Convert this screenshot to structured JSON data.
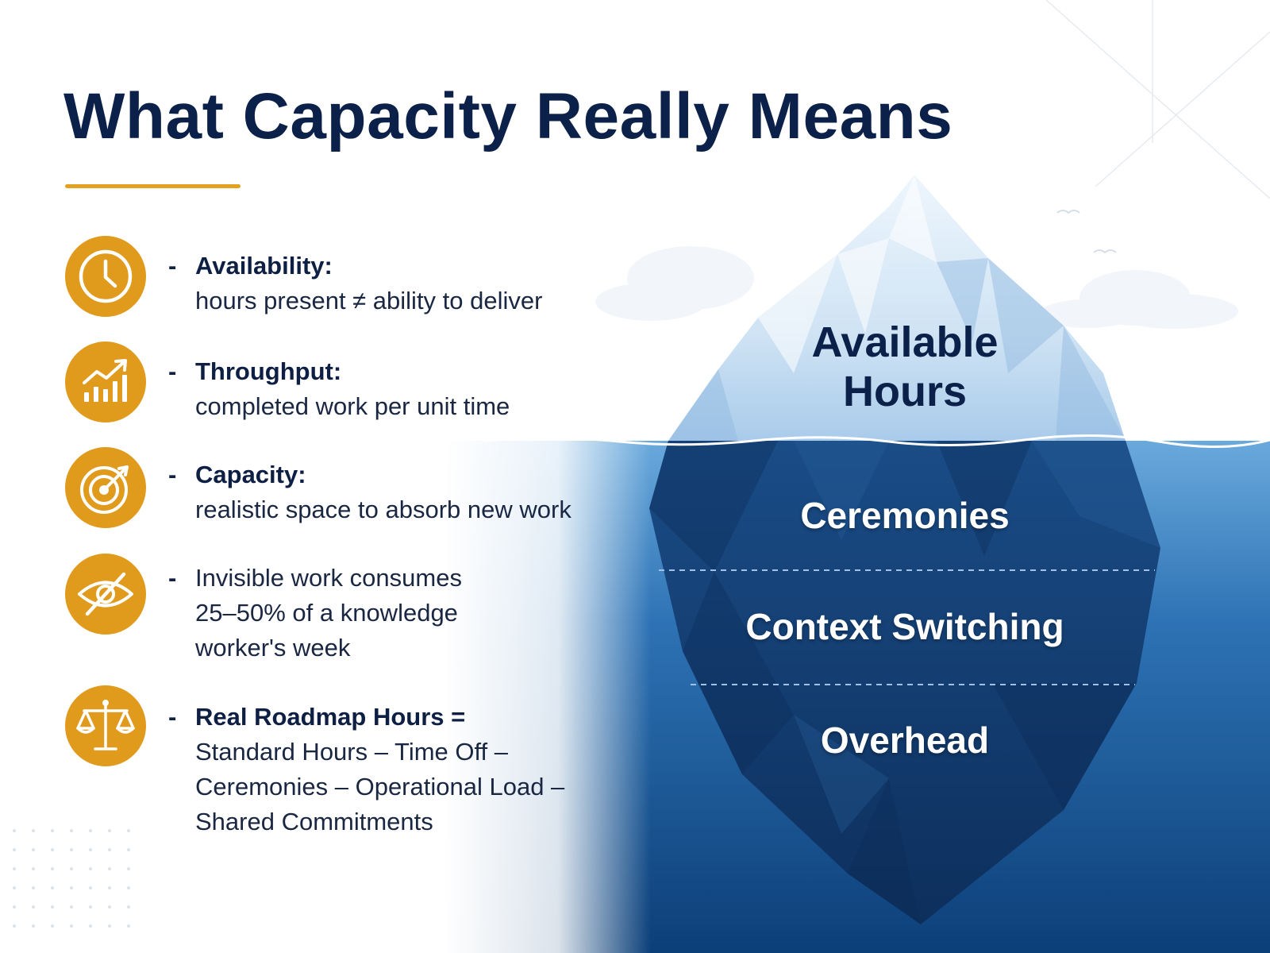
{
  "title": "What Capacity Really Means",
  "colors": {
    "title": "#0b2149",
    "accent": "#e3a11f",
    "icon_bg": "#e09a1c",
    "water_top": "#6aa9dc",
    "water_deep": "#0c3f78",
    "iceberg_under": "#123f75"
  },
  "items": [
    {
      "icon": "clock-icon",
      "label": "Availability:",
      "description": "hours present ≠ ability to deliver"
    },
    {
      "icon": "growth-chart-icon",
      "label": "Throughput:",
      "description": "completed work per unit time"
    },
    {
      "icon": "target-icon",
      "label": "Capacity:",
      "description": "realistic space to absorb new work"
    },
    {
      "icon": "hidden-eye-icon",
      "lines": [
        "Invisible work consumes",
        "25–50% of a knowledge",
        "worker's week"
      ]
    },
    {
      "icon": "balance-scale-icon",
      "label": "Real Roadmap Hours =",
      "lines": [
        "Standard Hours – Time Off –",
        "Ceremonies – Operational Load –",
        "Shared Commitments"
      ]
    }
  ],
  "iceberg": {
    "above": [
      "Available",
      "Hours"
    ],
    "below": [
      "Ceremonies",
      "Context Switching",
      "Overhead"
    ]
  }
}
